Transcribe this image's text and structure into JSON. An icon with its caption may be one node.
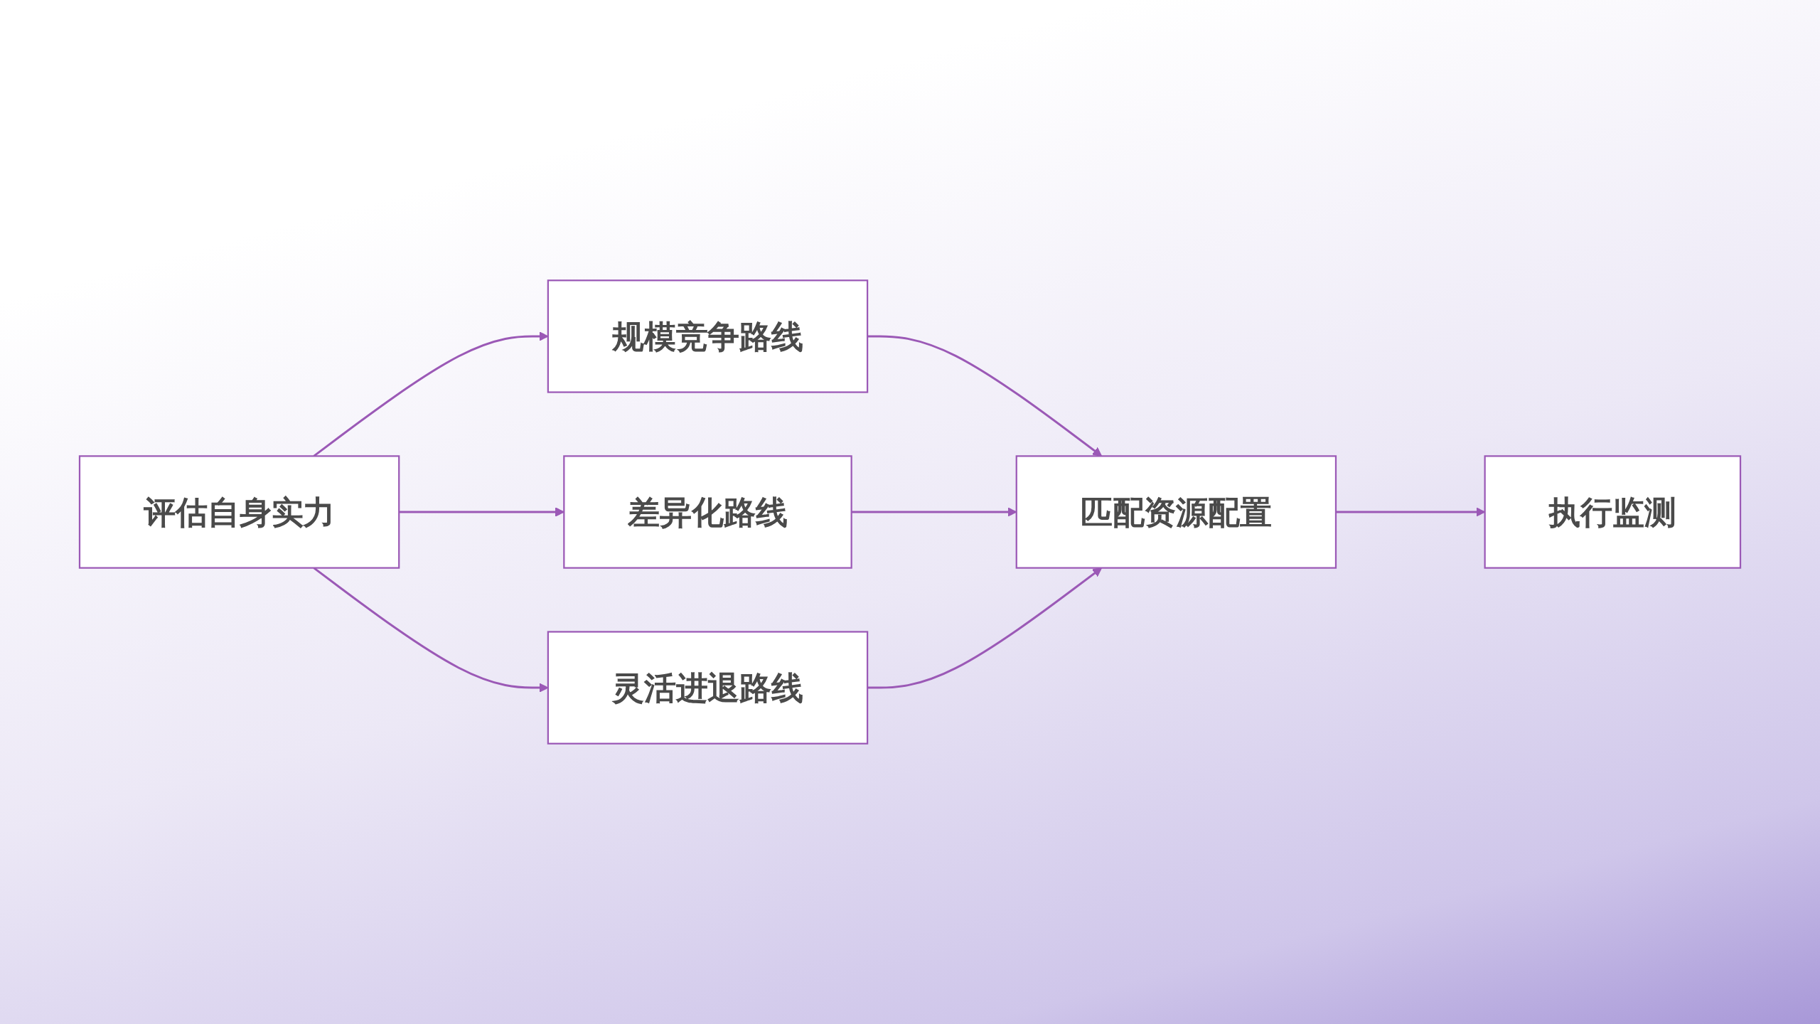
{
  "diagram": {
    "nodes": [
      {
        "text": [
          "评估自身实力"
        ]
      },
      {
        "text": [
          "规模竞争路线"
        ]
      },
      {
        "text": [
          "差异化路线"
        ]
      },
      {
        "text": [
          "灵活进退路线"
        ]
      },
      {
        "text": [
          "匹配资源配置"
        ]
      },
      {
        "text": [
          "执行监测"
        ]
      }
    ],
    "edges": [
      {
        "from": 0,
        "to": 1,
        "arrow": "to"
      },
      {
        "from": 0,
        "to": 2,
        "arrow": "to"
      },
      {
        "from": 0,
        "to": 3,
        "arrow": "to"
      },
      {
        "from": 1,
        "to": 4,
        "arrow": "to"
      },
      {
        "from": 2,
        "to": 4,
        "arrow": "to"
      },
      {
        "from": 3,
        "to": 4,
        "arrow": "to"
      },
      {
        "from": 4,
        "to": 5,
        "arrow": "to"
      }
    ]
  }
}
